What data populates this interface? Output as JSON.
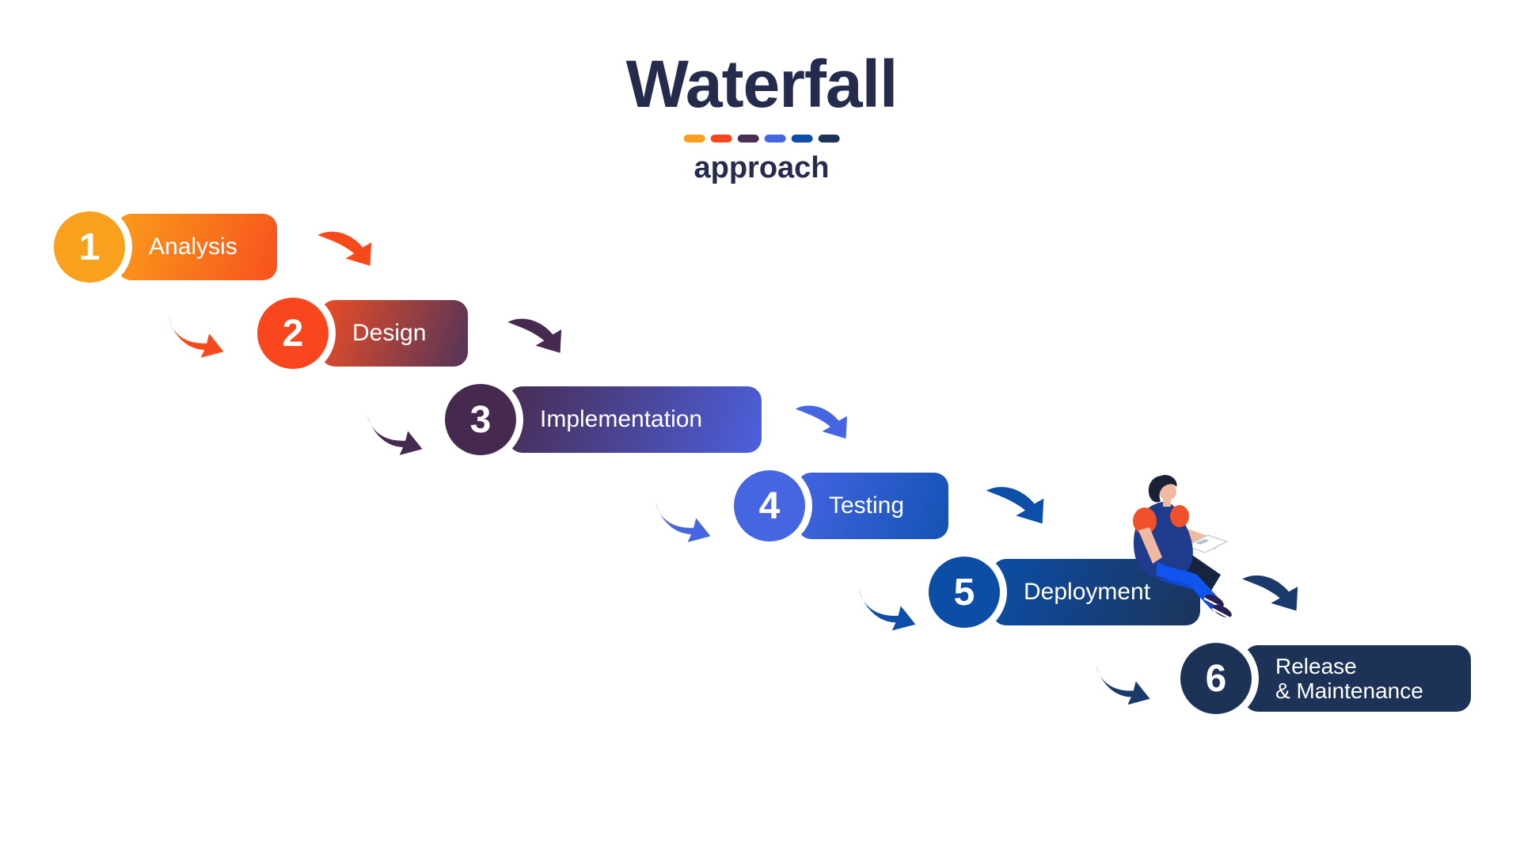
{
  "header": {
    "title": "Waterfall",
    "subtitle": "approach",
    "title_color": "#252B4D",
    "divider_colors": [
      "#F9A11E",
      "#F8471F",
      "#4A2F53",
      "#4565E1",
      "#0C4DA5",
      "#1C3357"
    ]
  },
  "steps": [
    {
      "number": "1",
      "label_line1": "Analysis",
      "circle_color": "#F9A11E",
      "bar_start": "#F99C1B",
      "bar_end": "#F8511E"
    },
    {
      "number": "2",
      "label_line1": "Design",
      "circle_color": "#F8471F",
      "bar_start": "#EC4D25",
      "bar_end": "#523459"
    },
    {
      "number": "3",
      "label_line1": "Implementation",
      "circle_color": "#45294E",
      "bar_start": "#482C52",
      "bar_end": "#4C60DE"
    },
    {
      "number": "4",
      "label_line1": "Testing",
      "circle_color": "#4565E1",
      "bar_start": "#4464E0",
      "bar_end": "#1353B4"
    },
    {
      "number": "5",
      "label_line1": "Deployment",
      "circle_color": "#0C4DA5",
      "bar_start": "#0C4DA5",
      "bar_end": "#1C3459"
    },
    {
      "number": "6",
      "label_line1": "Release",
      "label_line2": "& Maintenance",
      "circle_color": "#1C3357",
      "bar_start": "#1C3357",
      "bar_end": "#1C3357"
    }
  ],
  "arrows": [
    {
      "from": "Analysis",
      "to": "Design",
      "color": "#F74A1C"
    },
    {
      "from": "Analysis",
      "to": "Design",
      "color": "#F74A1C"
    },
    {
      "from": "Design",
      "to": "Implementation",
      "color": "#46294F"
    },
    {
      "from": "Design",
      "to": "Implementation",
      "color": "#46294F"
    },
    {
      "from": "Implementation",
      "to": "Testing",
      "color": "#4565E1"
    },
    {
      "from": "Implementation",
      "to": "Testing",
      "color": "#4565E1"
    },
    {
      "from": "Testing",
      "to": "Deployment",
      "color": "#0D4EA8"
    },
    {
      "from": "Testing",
      "to": "Deployment",
      "color": "#0D4EA8"
    },
    {
      "from": "Deployment",
      "to": "Release & Maintenance",
      "color": "#1A3A6B"
    },
    {
      "from": "Deployment",
      "to": "Release & Maintenance",
      "color": "#1A3A6B"
    }
  ],
  "person_illustration": {
    "shirt": "#1E3B8C",
    "sleeves": "#F1512A",
    "pants": "#1155F0",
    "pants_shade": "#0E49D6",
    "hair": "#1A2134",
    "skin": "#F0B9A2",
    "book": "#FFFFFF",
    "board": "#16243F",
    "shoes": "#2A1E52"
  }
}
